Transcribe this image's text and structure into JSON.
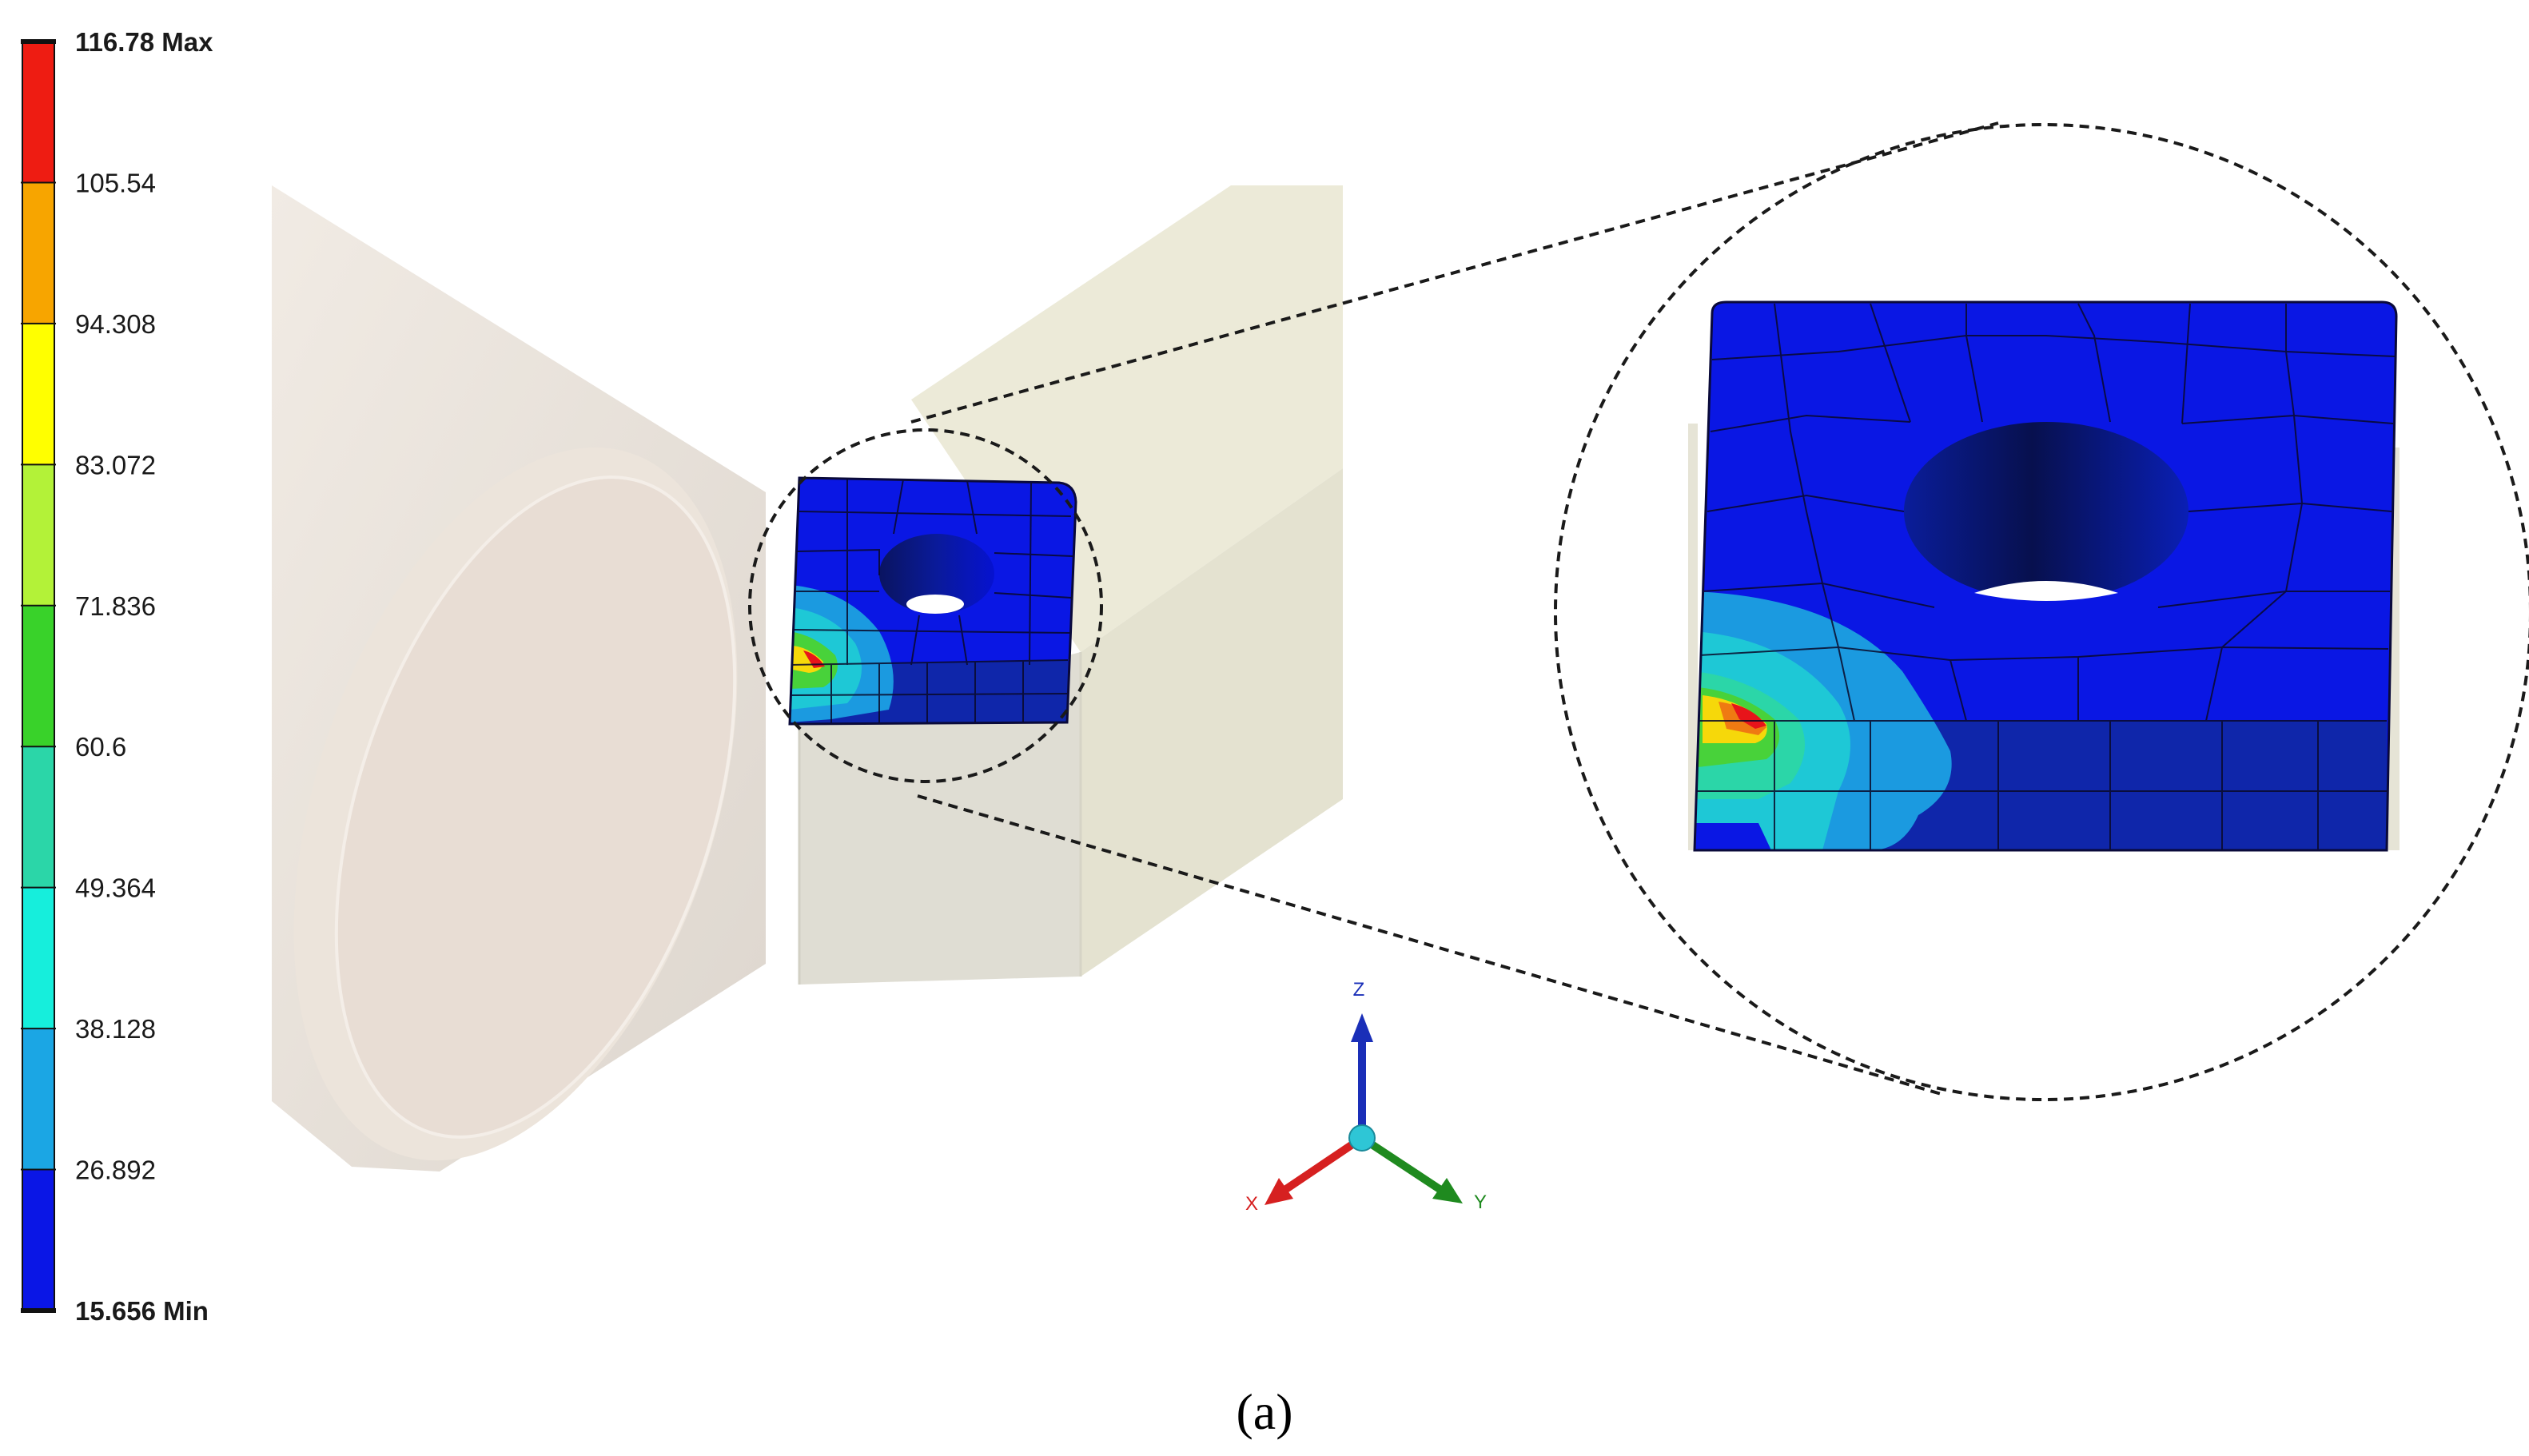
{
  "legend": {
    "colors": [
      "#ee1c12",
      "#f7a500",
      "#ffff00",
      "#b3f238",
      "#39d22a",
      "#2bd6a8",
      "#16eedc",
      "#1ba6e4",
      "#0a16e6"
    ],
    "labels": [
      {
        "value": "116.78",
        "suffix": "Max"
      },
      {
        "value": "105.54",
        "suffix": ""
      },
      {
        "value": "94.308",
        "suffix": ""
      },
      {
        "value": "83.072",
        "suffix": ""
      },
      {
        "value": "71.836",
        "suffix": ""
      },
      {
        "value": "60.6",
        "suffix": ""
      },
      {
        "value": "49.364",
        "suffix": ""
      },
      {
        "value": "38.128",
        "suffix": ""
      },
      {
        "value": "26.892",
        "suffix": ""
      },
      {
        "value": "15.656",
        "suffix": "Min"
      }
    ]
  },
  "triad": {
    "x_label": "X",
    "y_label": "Y",
    "z_label": "Z",
    "x_color": "#d62020",
    "y_color": "#1f8a1f",
    "z_color": "#1a2fb8"
  },
  "caption": "(a)"
}
